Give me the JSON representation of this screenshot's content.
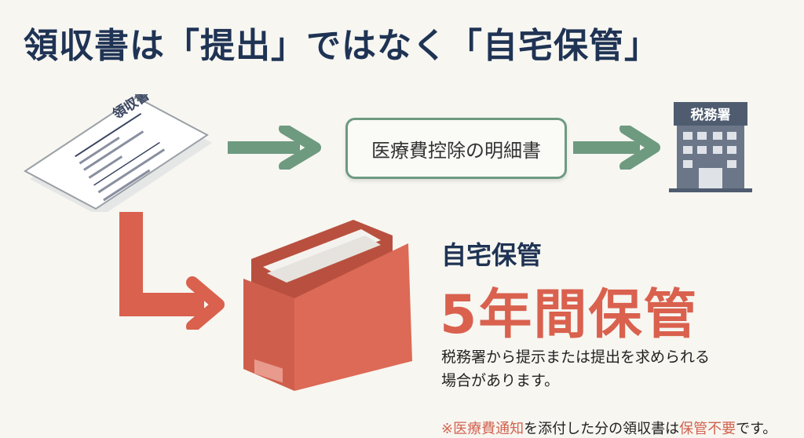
{
  "title": "領収書は「提出」ではなく「自宅保管」",
  "receipt": {
    "heading": "領収書"
  },
  "detail_box": "医療費控除の明細書",
  "tax_office": "税務署",
  "storage": {
    "subtitle": "自宅保管",
    "headline": "5年間保管",
    "description": "税務署から提示または提出を求められる場合があります。"
  },
  "note": {
    "prefix": "※",
    "highlight1": "医療費通知",
    "mid": "を添付した分の領収書は",
    "highlight2": "保管不要",
    "suffix": "です。"
  },
  "colors": {
    "navy": "#1f3354",
    "green": "#6e9a80",
    "red": "#d9614e"
  }
}
